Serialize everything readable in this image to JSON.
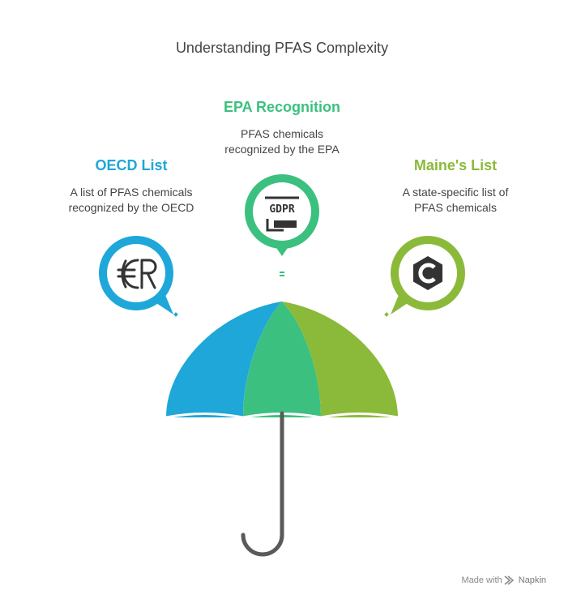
{
  "title": "Understanding PFAS Complexity",
  "items": [
    {
      "heading": "EPA Recognition",
      "description_lines": [
        "PFAS chemicals",
        "recognized by the EPA"
      ],
      "color": "#3cc07f",
      "icon": "gdpr-document-icon"
    },
    {
      "heading": "OECD List",
      "description_lines": [
        "A list of PFAS chemicals",
        "recognized by the OECD"
      ],
      "color": "#1ea7d8",
      "icon": "euro-r-currency-icon"
    },
    {
      "heading": "Maine's List",
      "description_lines": [
        "A state-specific list of",
        "PFAS chemicals"
      ],
      "color": "#8bba3a",
      "icon": "c-hexagon-icon"
    }
  ],
  "umbrella_colors": {
    "left": "#1ea7d8",
    "middle": "#3cc07f",
    "right": "#8bba3a",
    "handle": "#5a5a5a"
  },
  "footer": {
    "made_with": "Made with",
    "brand": "Napkin"
  }
}
